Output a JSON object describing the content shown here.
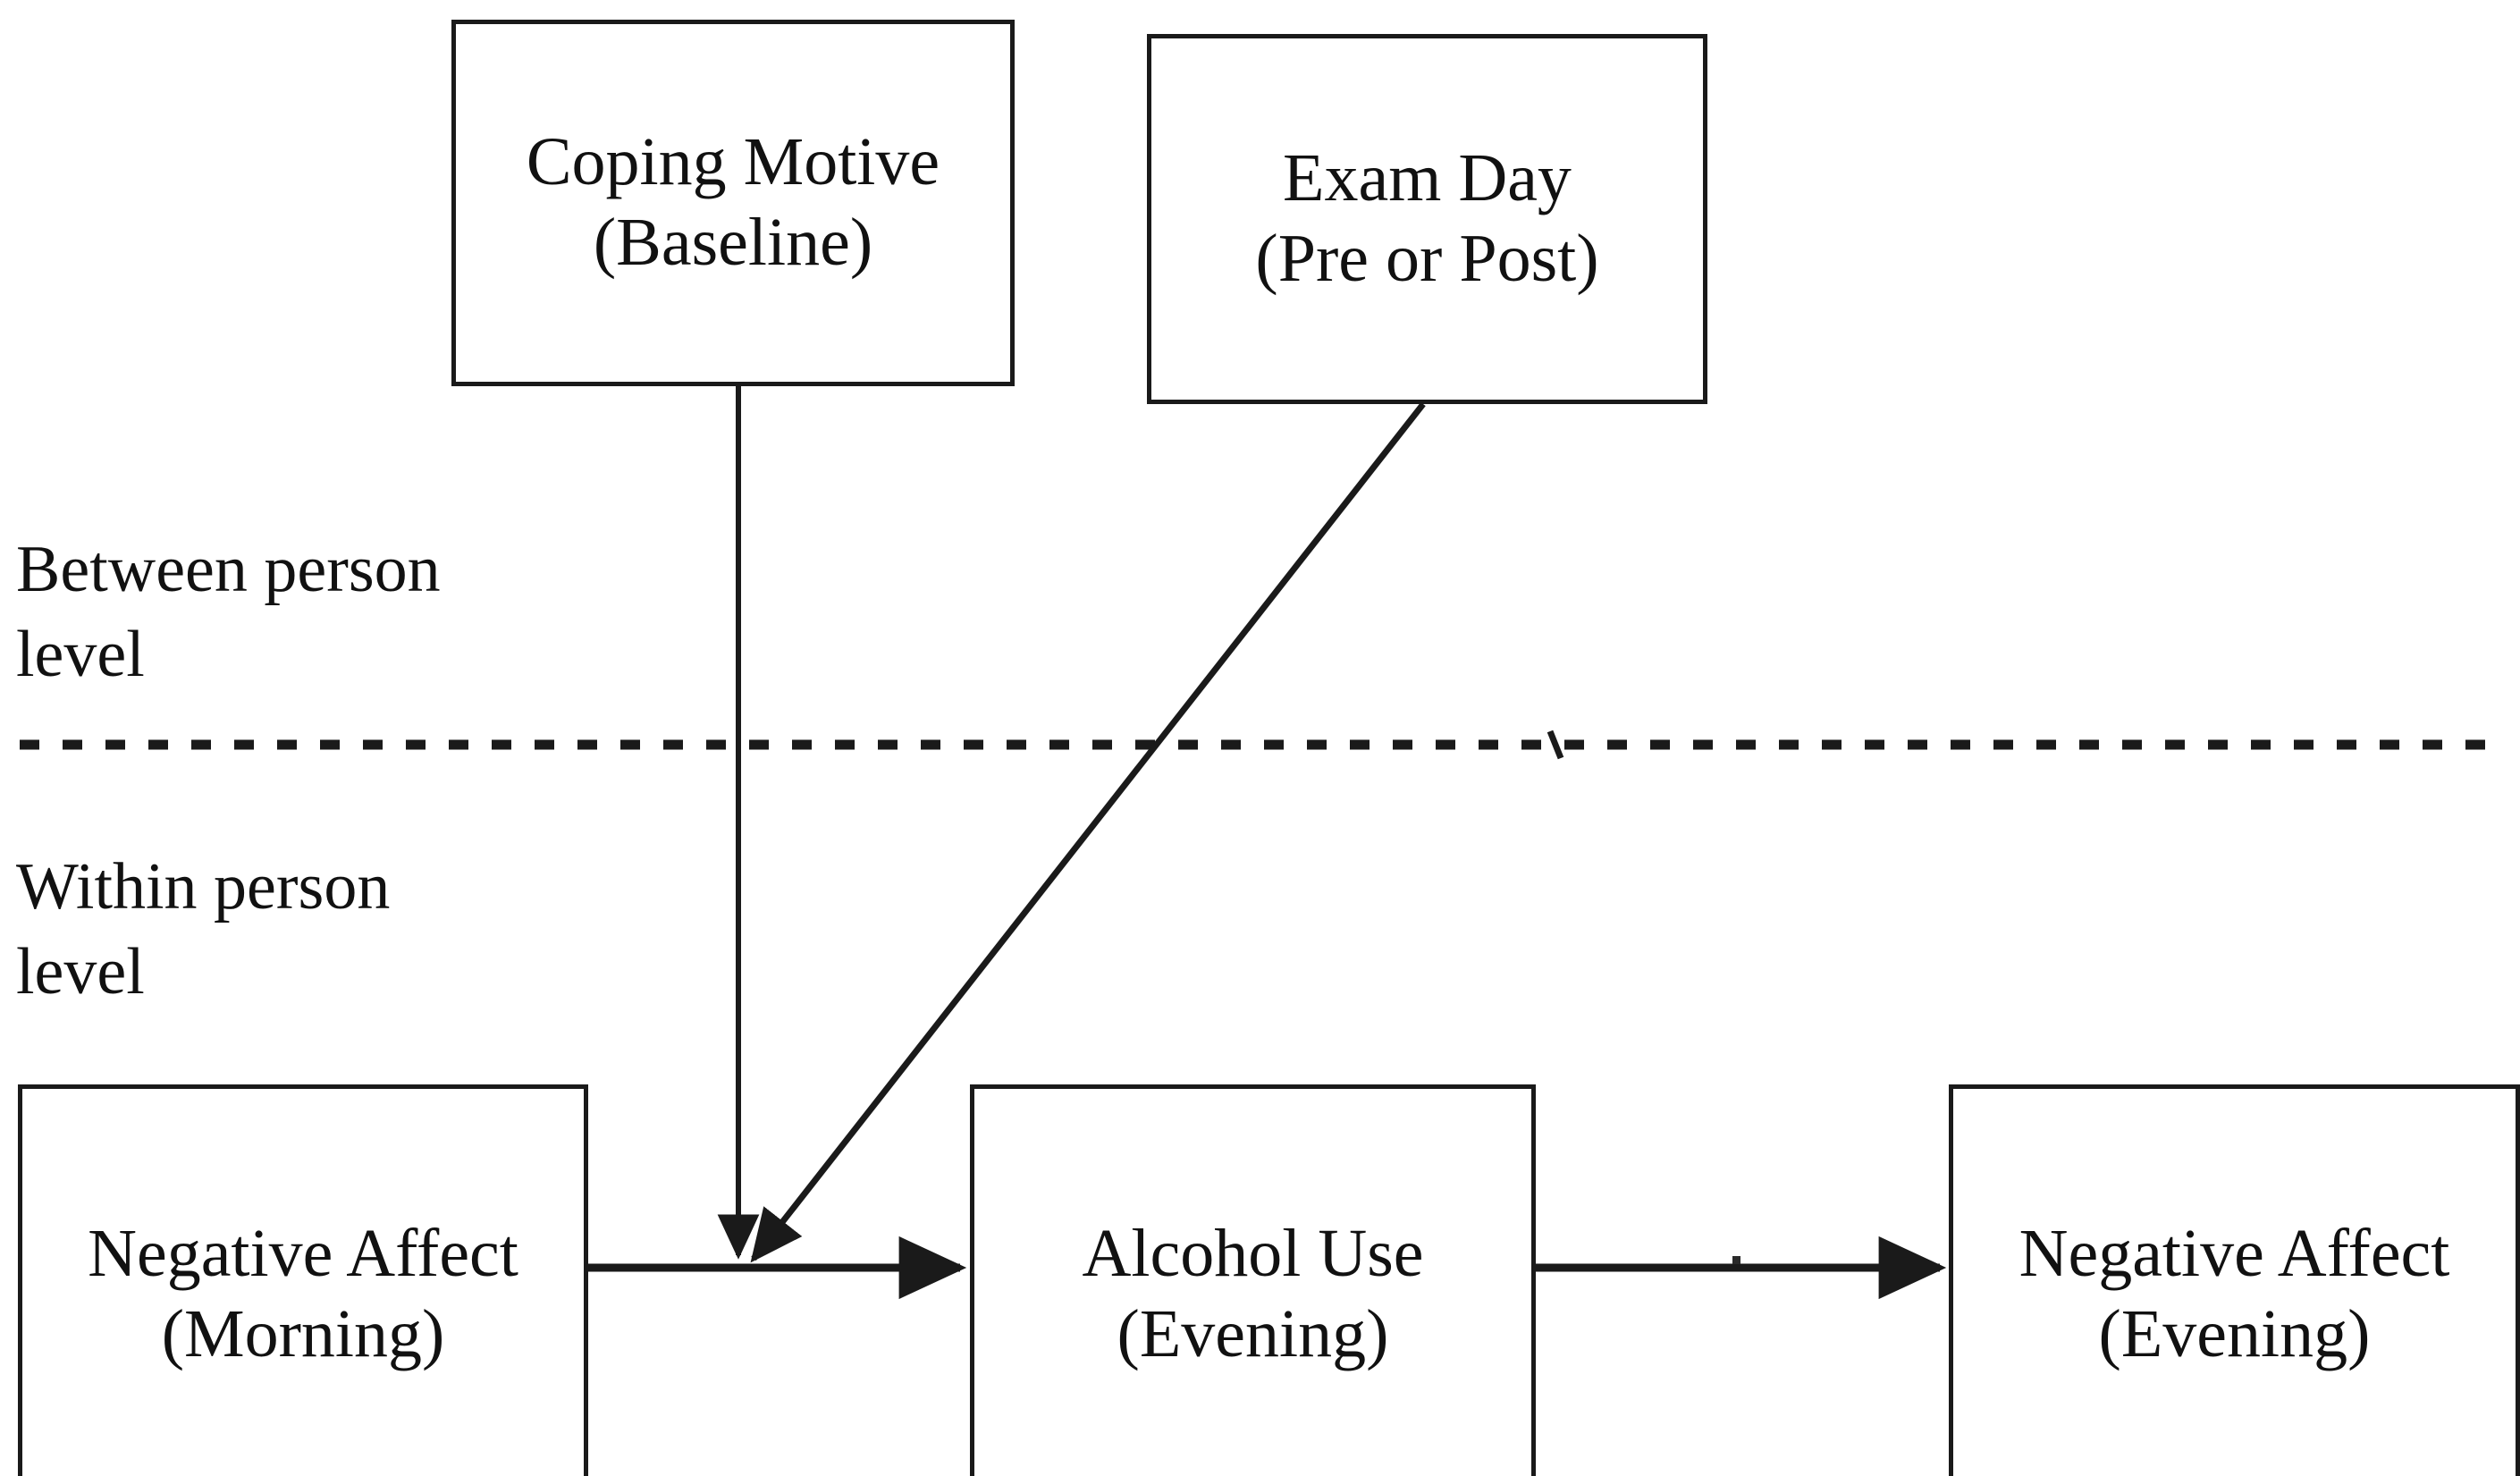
{
  "diagram": {
    "type": "multilevel-path-model",
    "background_color": "#ffffff",
    "line_color": "#1a1a1a",
    "nodes": [
      {
        "id": "coping-motive",
        "line1": "Coping Motive",
        "line2": "(Baseline)",
        "level": "between person level"
      },
      {
        "id": "exam-day",
        "line1": "Exam Day",
        "line2": "(Pre or Post)",
        "level": "between person level"
      },
      {
        "id": "negative-affect-morning",
        "line1": "Negative Affect",
        "line2": "(Morning)",
        "level": "within person level"
      },
      {
        "id": "alcohol-use-evening",
        "line1": "Alcohol Use",
        "line2": "(Evening)",
        "level": "within person level"
      },
      {
        "id": "negative-affect-evening",
        "line1": "Negative Affect",
        "line2": "(Evening)",
        "level": "within person level"
      }
    ],
    "level_labels": {
      "between": "Between person\nlevel",
      "within": "Within person\nlevel"
    },
    "divider": {
      "style": "dashed",
      "separates": [
        "Between person level",
        "Within person level"
      ]
    },
    "edges": [
      {
        "id": "na-morning-to-alcohol",
        "from": "negative-affect-morning",
        "to": "alcohol-use-evening",
        "style": "solid",
        "arrow": "single"
      },
      {
        "id": "alcohol-to-na-evening",
        "from": "alcohol-use-evening",
        "to": "negative-affect-evening",
        "style": "solid",
        "arrow": "single"
      },
      {
        "id": "coping-moderates-na-alcohol",
        "from": "coping-motive",
        "to": "na-morning-to-alcohol",
        "style": "solid",
        "arrow": "single",
        "role": "cross-level moderation"
      },
      {
        "id": "examday-moderates-na-alcohol",
        "from": "exam-day",
        "to": "na-morning-to-alcohol",
        "style": "solid",
        "arrow": "single",
        "role": "cross-level moderation"
      }
    ]
  }
}
